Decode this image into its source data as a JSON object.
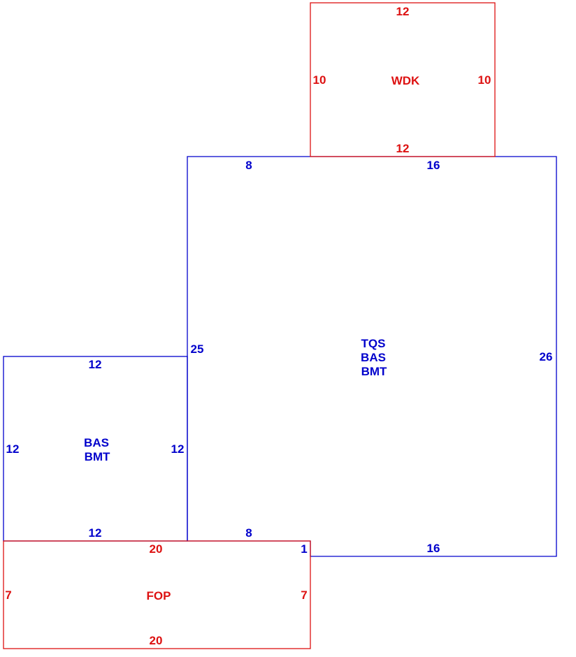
{
  "colors": {
    "living": "#0000cc",
    "exterior": "#dd1111"
  },
  "areas": {
    "wdk": {
      "codes": [
        "WDK"
      ],
      "dims": {
        "top": "12",
        "left": "10",
        "right": "10",
        "bottom": "12"
      }
    },
    "main": {
      "codes": [
        "TQS",
        "BAS",
        "BMT"
      ],
      "dims": {
        "top_left": "8",
        "top_right": "16",
        "left": "25",
        "right": "26",
        "bottom_left": "8",
        "bottom_right": "16",
        "step": "1"
      }
    },
    "side": {
      "codes": [
        "BAS",
        "BMT"
      ],
      "dims": {
        "top": "12",
        "left": "12",
        "right": "12",
        "bottom": "12"
      }
    },
    "fop": {
      "codes": [
        "FOP"
      ],
      "dims": {
        "top": "20",
        "left": "7",
        "right": "7",
        "bottom": "20"
      }
    }
  }
}
